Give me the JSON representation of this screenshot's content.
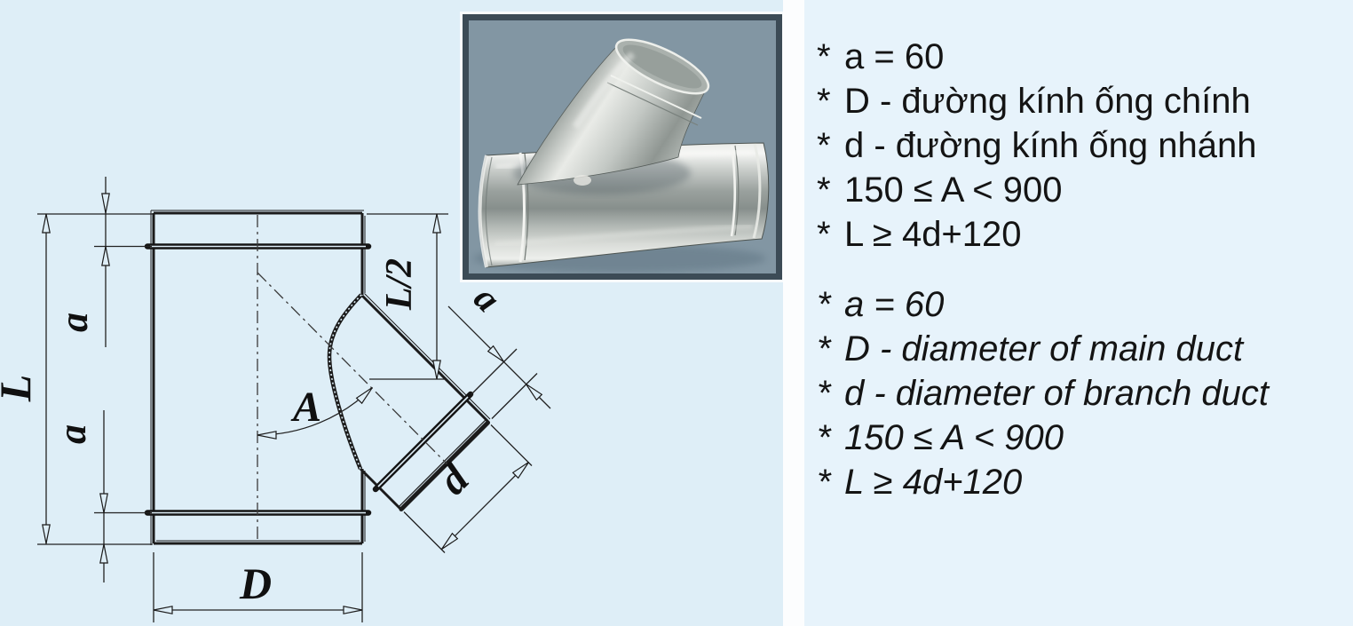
{
  "colors": {
    "page_bg": "#deeef7",
    "panel_bg": "#e7f3fb",
    "divider": "#fcfdfe",
    "line_color": "#1b1b1b",
    "photo_frame": "#3c4b56",
    "photo_bg": "#8296a3"
  },
  "drawing": {
    "labels": {
      "L": "L",
      "a_top": "a",
      "a_bottom": "a",
      "D": "D",
      "half_length": "L/2",
      "a_branch": "a",
      "d": "d",
      "angle": "A"
    }
  },
  "specs": {
    "bullet": "*"
  },
  "specs_vi": [
    "a = 60",
    "D - đường kính ống chính",
    "d - đường kính ống nhánh",
    "150 ≤ A < 900",
    "L ≥ 4d+120"
  ],
  "specs_en": [
    "a = 60",
    "D - diameter of main duct",
    "d - diameter of branch duct",
    "150 ≤ A < 900",
    "L ≥ 4d+120"
  ]
}
